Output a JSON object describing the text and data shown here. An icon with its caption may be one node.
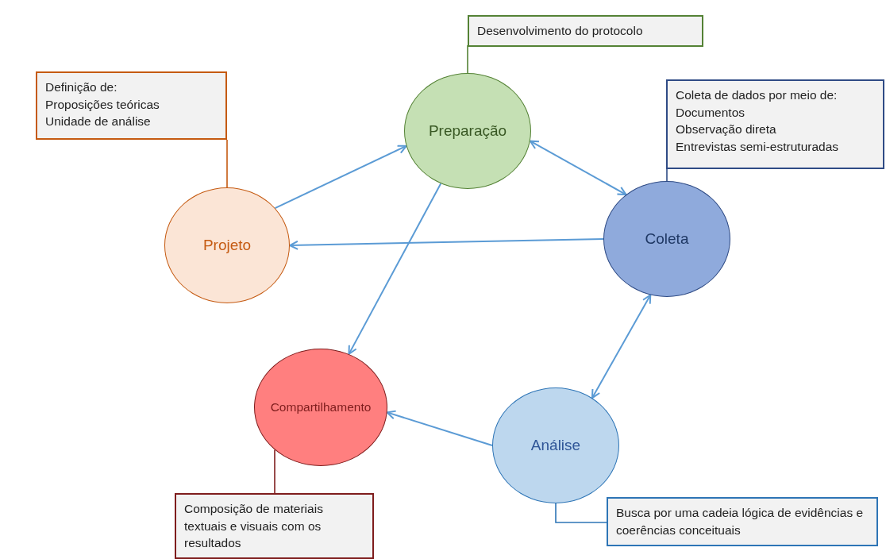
{
  "diagram": {
    "nodes": [
      {
        "text": [
          "Desenvolvimento do protocolo"
        ]
      },
      {
        "text": [
          "Definição de:",
          "Proposições teóricas",
          "Unidade de análise"
        ]
      },
      {
        "text": [
          "Preparação"
        ]
      },
      {
        "text": [
          "Coleta de dados por meio de:",
          "Documentos",
          "Observação direta",
          "Entrevistas semi-estruturadas"
        ]
      },
      {
        "text": [
          "Projeto"
        ]
      },
      {
        "text": [
          "Coleta"
        ]
      },
      {
        "text": [
          "Compartilhamento"
        ]
      },
      {
        "text": [
          "Análise"
        ]
      },
      {
        "text": [
          "Busca por uma cadeia lógica de evidências e coerências conceituais"
        ]
      },
      {
        "text": [
          "Composição de materiais textuais e visuais com os resultados"
        ]
      }
    ],
    "edges": [
      {
        "from": 4,
        "to": 2,
        "arrow": "to"
      },
      {
        "from": 2,
        "to": 5,
        "arrow": "both"
      },
      {
        "from": 5,
        "to": 4,
        "arrow": "to"
      },
      {
        "from": 2,
        "to": 6,
        "arrow": "to"
      },
      {
        "from": 7,
        "to": 5,
        "arrow": "both"
      },
      {
        "from": 7,
        "to": 6,
        "arrow": "to"
      },
      {
        "from": 1,
        "to": 4,
        "arrow": "none",
        "color": "#c55a11"
      },
      {
        "from": 0,
        "to": 2,
        "arrow": "none",
        "color": "#548235"
      },
      {
        "from": 3,
        "to": 5,
        "arrow": "none",
        "color": "#2f4b85"
      },
      {
        "from": 9,
        "to": 6,
        "arrow": "none",
        "color": "#7f1d1d"
      },
      {
        "from": 8,
        "to": 7,
        "arrow": "none",
        "color": "#2e75b6"
      }
    ]
  }
}
